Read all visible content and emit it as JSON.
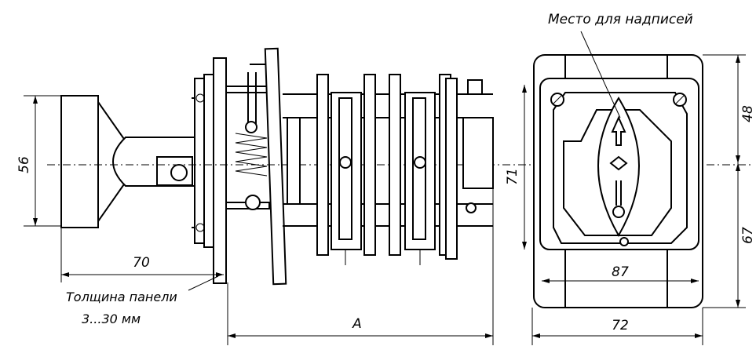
{
  "title_label": "Место для надписей",
  "dimensions": {
    "knob_height": "56",
    "shaft_length": "70",
    "panel_thickness_line1": "Толщина панели",
    "panel_thickness_line2": "3...30 мм",
    "body_length": "A",
    "plate_height": "71",
    "plate_width": "87",
    "frame_width": "72",
    "upper_height": "48",
    "lower_height": "67"
  }
}
